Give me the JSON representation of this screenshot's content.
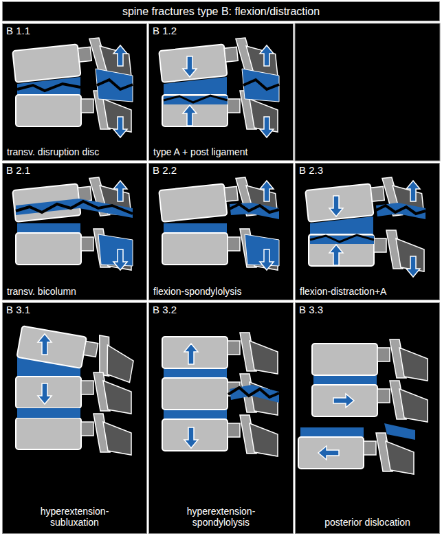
{
  "diagram": {
    "title": "spine fractures type B: flexion/distraction",
    "nodes": [
      {
        "text": [
          "B 1.1",
          "transv. disruption disc"
        ]
      },
      {
        "text": [
          "B 1.2",
          "type A + post ligament"
        ]
      },
      {
        "text": [
          "B 2.1",
          "transv. bicolumn"
        ]
      },
      {
        "text": [
          "B 2.2",
          "flexion-spondylolysis"
        ]
      },
      {
        "text": [
          "B 2.3",
          "flexion-distraction+A"
        ]
      },
      {
        "text": [
          "B 3.1",
          "hyperextension- subluxation"
        ]
      },
      {
        "text": [
          "B 3.2",
          "hyperextension- spondylolysis"
        ]
      },
      {
        "text": [
          "B 3.3",
          "posterior dislocation"
        ]
      }
    ]
  }
}
